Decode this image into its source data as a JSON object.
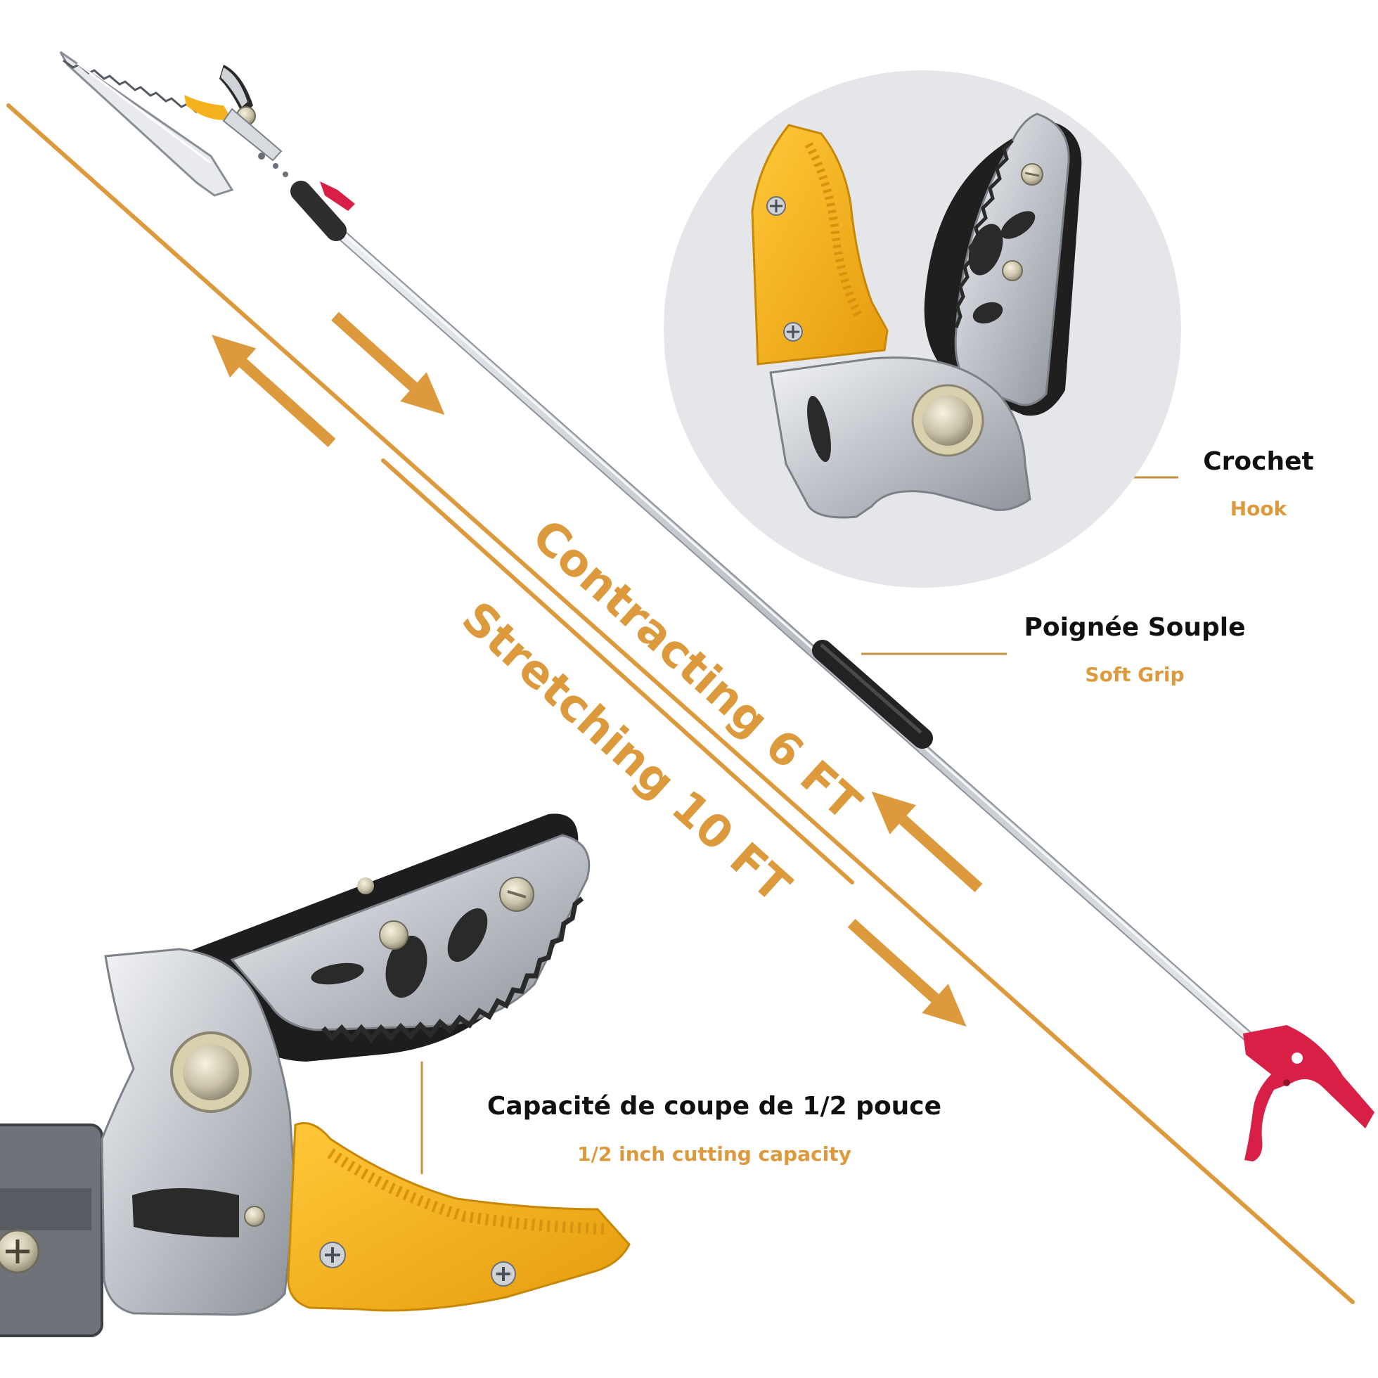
{
  "colors": {
    "accent": "#dc9a3c",
    "pole": "#c8ccd2",
    "grip": "#262626",
    "jaw_yellow": "#f5b21c",
    "blade_steel": "#b8bcc2",
    "trigger_red": "#d81f45",
    "circle_bg": "#e5e6e9"
  },
  "measurements": {
    "contracting": "Contracting 6 FT",
    "stretching": "Stretching 10 FT"
  },
  "callouts": {
    "hook": {
      "fr": "Crochet",
      "en": "Hook"
    },
    "grip": {
      "fr": "Poignée Souple",
      "en": "Soft Grip"
    },
    "capacity": {
      "fr": "Capacité de coupe de 1/2 pouce",
      "en": "1/2 inch cutting capacity"
    }
  },
  "icons": [
    "saw-blade-icon",
    "pruner-head-icon",
    "trigger-icon",
    "arrow-up-left-icon",
    "arrow-down-right-icon"
  ]
}
